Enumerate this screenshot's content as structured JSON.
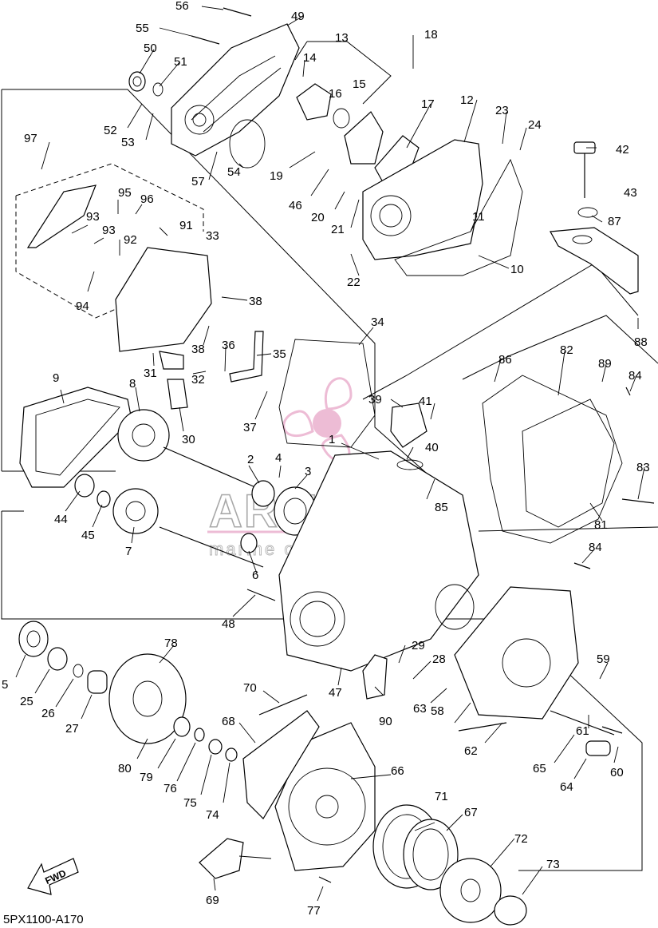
{
  "diagram_code": "5PX1100-A170",
  "fwd_label": "FWD",
  "watermark": {
    "brand": "ARMADA",
    "tagline": "marine outboards",
    "color": "#e8a6c8"
  },
  "callouts": [
    "1",
    "2",
    "3",
    "4",
    "5",
    "6",
    "7",
    "8",
    "9",
    "10",
    "11",
    "12",
    "13",
    "14",
    "15",
    "16",
    "17",
    "18",
    "19",
    "20",
    "21",
    "22",
    "23",
    "24",
    "25",
    "26",
    "27",
    "28",
    "29",
    "30",
    "31",
    "32",
    "33",
    "34",
    "35",
    "36",
    "37",
    "38",
    "38",
    "39",
    "40",
    "41",
    "42",
    "43",
    "44",
    "45",
    "46",
    "47",
    "48",
    "49",
    "50",
    "51",
    "52",
    "53",
    "54",
    "55",
    "56",
    "57",
    "58",
    "59",
    "60",
    "61",
    "62",
    "63",
    "64",
    "65",
    "66",
    "67",
    "68",
    "69",
    "70",
    "71",
    "72",
    "73",
    "74",
    "75",
    "76",
    "77",
    "78",
    "79",
    "80",
    "81",
    "82",
    "83",
    "84",
    "84",
    "85",
    "86",
    "87",
    "88",
    "89",
    "90",
    "91",
    "92",
    "93",
    "93",
    "94",
    "95",
    "96",
    "97"
  ]
}
